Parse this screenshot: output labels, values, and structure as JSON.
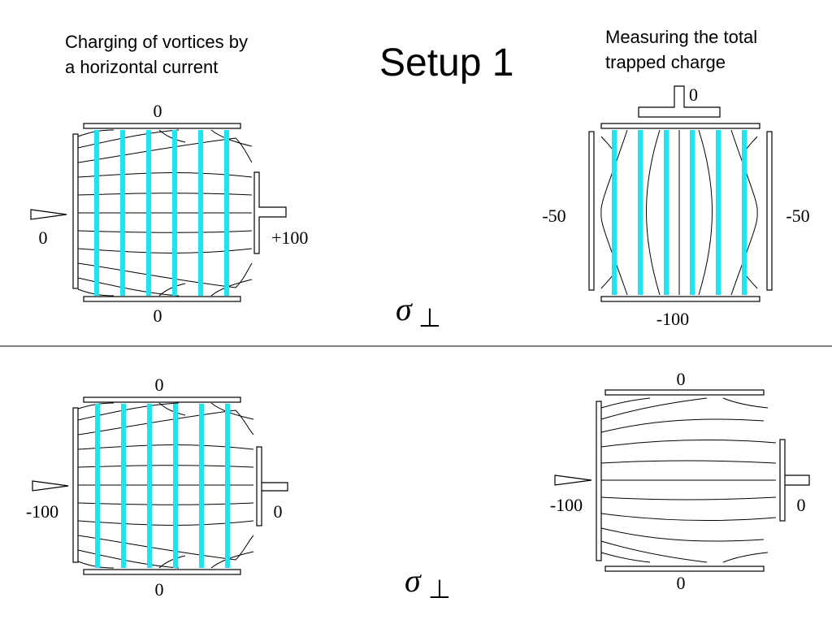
{
  "title": "Setup 1",
  "captions": {
    "left": "Charging of vortices by\na horizontal current",
    "right": "Measuring the total\ntrapped charge"
  },
  "colors": {
    "vortex": "#19E6F0",
    "line": "#000000",
    "divider": "#000000"
  },
  "symbol": {
    "sigma": "σ",
    "perp": "⊥"
  },
  "diagrams": {
    "top_left": {
      "top": "0",
      "bottom": "0",
      "left": "0",
      "right": "+100"
    },
    "top_right": {
      "top": "0",
      "bottom": "-100",
      "left": "-50",
      "right": "-50"
    },
    "bottom_left": {
      "top": "0",
      "bottom": "0",
      "left": "-100",
      "right": "0"
    },
    "bottom_right": {
      "top": "0",
      "bottom": "0",
      "left": "-100",
      "right": "0"
    }
  }
}
